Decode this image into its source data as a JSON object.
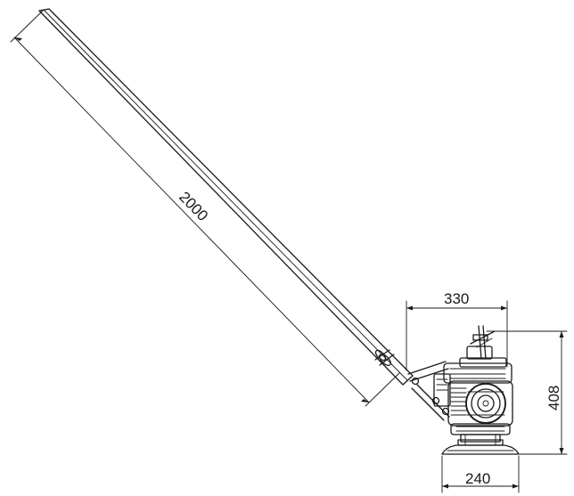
{
  "drawing": {
    "dimensions": {
      "pole_length": "2000",
      "body_width": "330",
      "body_height": "408",
      "base_width": "240"
    }
  }
}
